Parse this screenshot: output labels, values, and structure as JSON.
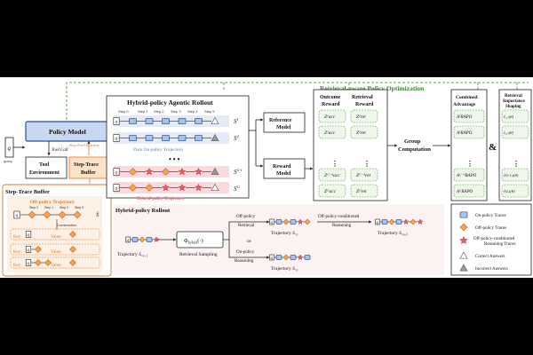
{
  "title_rapo": "Retrieval-aware Policy Optimization",
  "query": {
    "symbol": "q",
    "label": "query"
  },
  "policy_model": "Policy Model",
  "tool_call": "Tool Call",
  "step_level_retrieve": "Step-level Retrieve",
  "tool_environment": [
    "Tool",
    "Environment"
  ],
  "step_trace_buffer_box": [
    "Step-Trace",
    "Buffer"
  ],
  "rollout": {
    "title": "Hybrid-policy Agentic Rollout",
    "steps": [
      "Step 0",
      "Step 1",
      "Step 2",
      "Step 3",
      "Step 4",
      "Step 5"
    ],
    "pure_label": "Pure On-policy Trajectory",
    "hybrid_label": "Hybrid-policy Trajectory",
    "s_labels": [
      "S¹",
      "S²",
      "S^{G-1}",
      "S^G"
    ]
  },
  "reference_model": [
    "Reference",
    "Model"
  ],
  "reward_model": [
    "Reward",
    "Model"
  ],
  "outcome_reward": {
    "title": [
      "Outcome",
      "Reward"
    ],
    "items": [
      "Z¹acc",
      "Z²acc",
      "Zᴳ⁻¹acc",
      "Zᴳacc"
    ]
  },
  "retrieval_reward": {
    "title": [
      "Retrieval",
      "Reward"
    ],
    "items": [
      "Z¹ret",
      "Z²ret",
      "Zᴳ⁻¹ret",
      "Zᴳret"
    ]
  },
  "group_computation": [
    "Group",
    "Computation"
  ],
  "combined_advantage": {
    "title": [
      "Combined",
      "Advantage"
    ],
    "items": [
      "A¹RAPO",
      "A²RAPO",
      "Aᴳ⁻¹RAPO",
      "AᴳRAPO"
    ]
  },
  "amp": "&",
  "importance_shaping": {
    "title": [
      "Retrieval",
      "Importance",
      "Shaping"
    ],
    "items": [
      "r̂₁,ₜ(θ)",
      "r̂₂,ₜ(θ)",
      "r̂G-1,t(θ)",
      "r̂G,t(θ)"
    ]
  },
  "step_trace_buffer": {
    "title": "Step-Trace Buffer",
    "offpolicy_title": "Off-policy Trajectory",
    "steps": [
      "Step 0",
      "Step 1",
      "Step 2",
      "Step 3"
    ],
    "s_hat": "Ŝ",
    "construction": "Construction",
    "key": "Key:",
    "value": "Value:"
  },
  "hybrid_rollout": {
    "title": "Hybrid-policy Rollout",
    "traj_in": "Trajectory S_{<t−1}",
    "phi": "Φ_hybrid(·)",
    "retrieval_sampling": "Retrieval Sampling",
    "or": "or",
    "offpolicy_retrieval": [
      "Off-policy",
      "Retrieval"
    ],
    "onpolicy_reasoning": [
      "On-policy",
      "Reasoning"
    ],
    "traj_t": "Trajectory S_{<t}",
    "offpolicy_cond": [
      "Off-policy-conditioned",
      "Reasoning"
    ],
    "traj_t1": "Trajectory S_{<t+1}"
  },
  "legend": [
    "On-policy Traces",
    "Off-policy Traces",
    "Off-policy-conditioned Reasoning Traces",
    "Correct Answers",
    "Incorrect Answers"
  ],
  "colors": {
    "blue": "#a9c4ea",
    "blue_dark": "#2f4f8f",
    "orange": "#f5a35a",
    "red": "#ef5b67",
    "green_dash": "#5aa84a",
    "grey": "#999999"
  }
}
